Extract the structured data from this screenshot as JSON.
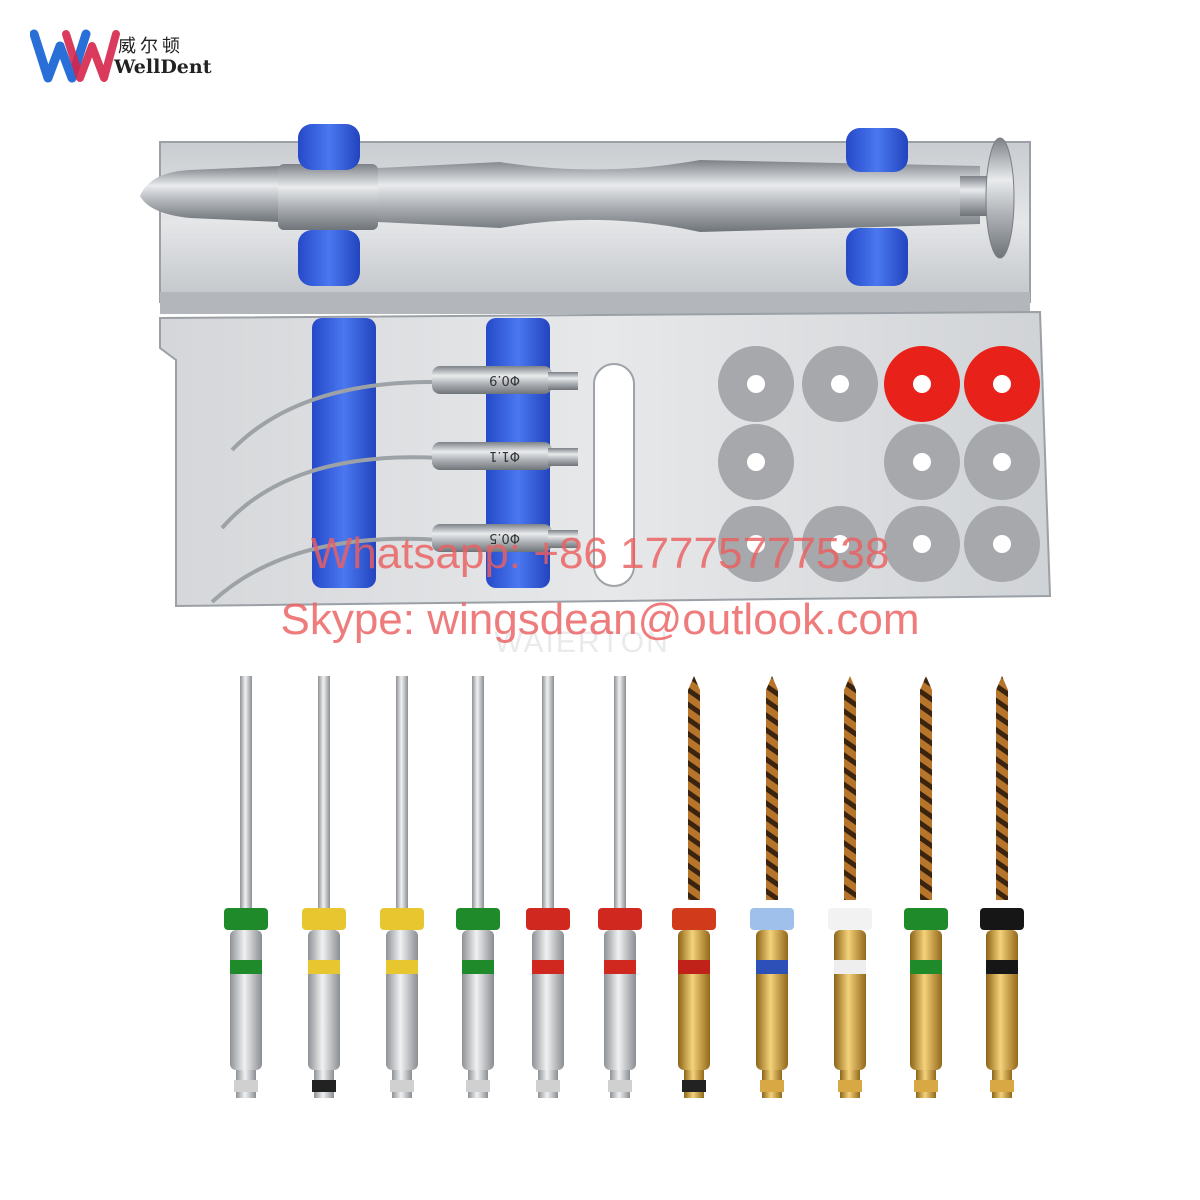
{
  "brand": {
    "chinese_name": "威尔顿",
    "english_name": "WellDent"
  },
  "product": {
    "engraving": "WAIERTON",
    "tips": [
      "Φ0.9",
      "Φ1.1",
      "Φ0.5"
    ]
  },
  "watermark": {
    "whatsapp": "Whatsapp: +86 17775777538",
    "skype": "Skype: wingsdean@outlook.com"
  },
  "colors": {
    "accent_blue": "#2f5fe0",
    "red_stopper": "#e8221a",
    "gray_stopper": "#a6a8ab",
    "watermark": "#eb5f5f"
  },
  "files": [
    {
      "ring": "#1f8a2a",
      "band": "#1f8a2a",
      "base": "#d0d0d0",
      "tip": "#d0d0d0",
      "gold": false
    },
    {
      "ring": "#e8c630",
      "band": "#e8c630",
      "base": "#222222",
      "tip": "#d0d0d0",
      "gold": false
    },
    {
      "ring": "#e8c630",
      "band": "#e8c630",
      "base": "#d0d0d0",
      "tip": "#d0d0d0",
      "gold": false
    },
    {
      "ring": "#1f8a2a",
      "band": "#1f8a2a",
      "base": "#d0d0d0",
      "tip": "#d0d0d0",
      "gold": false
    },
    {
      "ring": "#d0281e",
      "band": "#d0281e",
      "base": "#d0d0d0",
      "tip": "#d0d0d0",
      "gold": false
    },
    {
      "ring": "#d0281e",
      "band": "#d0281e",
      "base": "#d0d0d0",
      "tip": "#d0d0d0",
      "gold": false
    },
    {
      "ring": "#d23a1c",
      "band": "#c0221a",
      "base": "#222222",
      "tip": "#a86a2a",
      "gold": true
    },
    {
      "ring": "#9ec0ea",
      "band": "#2d4fb8",
      "base": "#d8a844",
      "tip": "#a86a2a",
      "gold": true
    },
    {
      "ring": "#f2f2f2",
      "band": "#eeeeee",
      "base": "#d8a844",
      "tip": "#a86a2a",
      "gold": true
    },
    {
      "ring": "#1f8a2a",
      "band": "#1f8a2a",
      "base": "#d8a844",
      "tip": "#a86a2a",
      "gold": true
    },
    {
      "ring": "#161616",
      "band": "#161616",
      "base": "#d8a844",
      "tip": "#a86a2a",
      "gold": true
    }
  ],
  "stoppers": [
    [
      "gray",
      "gray",
      "red",
      "red"
    ],
    [
      "gray",
      "",
      "gray",
      "gray"
    ],
    [
      "gray",
      "gray",
      "gray",
      "gray"
    ]
  ]
}
